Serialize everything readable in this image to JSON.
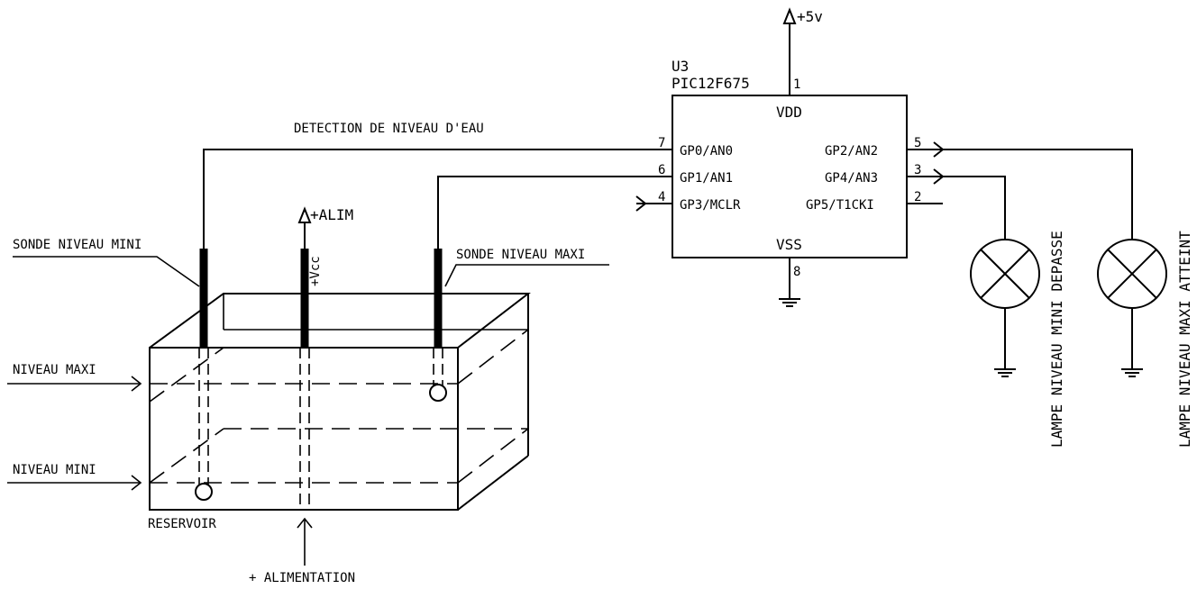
{
  "title": "DETECTION DE NIVEAU D'EAU",
  "chip": {
    "ref": "U3",
    "part": "PIC12F675",
    "vdd": "VDD",
    "vss": "VSS",
    "power_symbol": "+5v",
    "pins": {
      "vdd_num": "1",
      "vss_num": "8",
      "gp0": "GP0/AN0",
      "gp0_num": "7",
      "gp1": "GP1/AN1",
      "gp1_num": "6",
      "gp3": "GP3/MCLR",
      "gp3_num": "4",
      "gp2": "GP2/AN2",
      "gp2_num": "5",
      "gp4": "GP4/AN3",
      "gp4_num": "3",
      "gp5": "GP5/T1CKI",
      "gp5_num": "2"
    }
  },
  "probes": {
    "mini_label": "SONDE NIVEAU MINI",
    "maxi_label": "SONDE NIVEAU MAXI",
    "vcc_label": "+Vcc",
    "alim_symbol": "+ALIM"
  },
  "reservoir": {
    "label": "RESERVOIR",
    "level_max": "NIVEAU MAXI",
    "level_min": "NIVEAU MINI",
    "supply": "+ ALIMENTATION"
  },
  "lamps": {
    "mini": "LAMPE NIVEAU MINI DEPASSE",
    "maxi": "LAMPE NIVEAU MAXI ATTEINT"
  }
}
